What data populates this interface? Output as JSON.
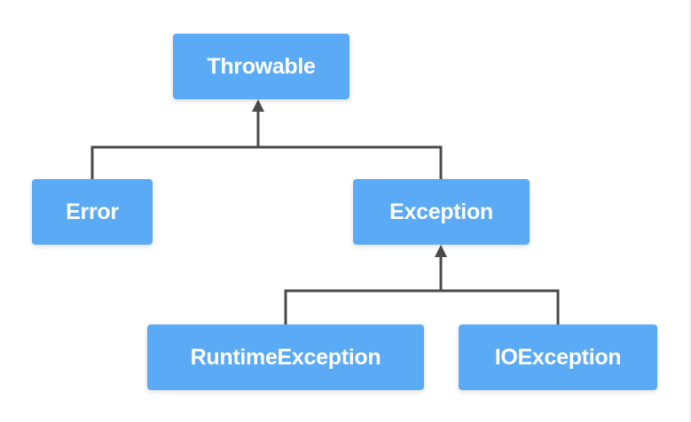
{
  "diagram": {
    "nodes": {
      "throwable": {
        "label": "Throwable"
      },
      "error": {
        "label": "Error"
      },
      "exception": {
        "label": "Exception"
      },
      "runtime_exception": {
        "label": "RuntimeException"
      },
      "io_exception": {
        "label": "IOException"
      }
    },
    "edges": [
      {
        "from": "error",
        "to": "throwable"
      },
      {
        "from": "exception",
        "to": "throwable"
      },
      {
        "from": "runtime_exception",
        "to": "exception"
      },
      {
        "from": "io_exception",
        "to": "exception"
      }
    ],
    "colors": {
      "node_fill": "#5aaaf6",
      "node_text": "#ffffff",
      "connector": "#4a4a4a",
      "background": "#ffffff"
    }
  }
}
